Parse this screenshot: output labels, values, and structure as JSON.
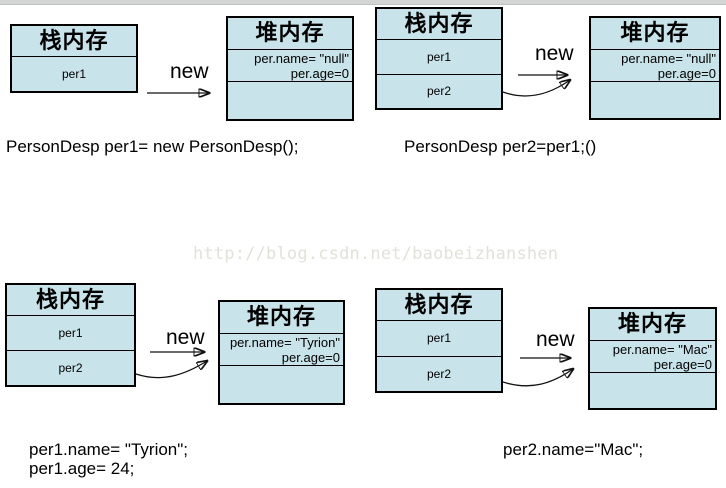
{
  "colors": {
    "box_fill": "#c8e3e9",
    "box_border": "#000000",
    "top_bar": "#d3d5d5",
    "watermark": "#e2e2d9",
    "text": "#000000"
  },
  "watermark": {
    "text": "http://blog.csdn.net/baobeizhanshen"
  },
  "panels": [
    {
      "stack": {
        "title": "栈内存",
        "rows": [
          "per1"
        ]
      },
      "heap": {
        "title": "堆内存",
        "line1": "per.name= \"null\"",
        "line2": "per.age=0"
      },
      "arrow_label": "new",
      "caption_line1": "PersonDesp per1= new PersonDesp();"
    },
    {
      "stack": {
        "title": "栈内存",
        "rows": [
          "per1",
          "per2"
        ]
      },
      "heap": {
        "title": "堆内存",
        "line1": "per.name= \"null\"",
        "line2": "per.age=0"
      },
      "arrow_label": "new",
      "caption_line1": "PersonDesp per2=per1;()"
    },
    {
      "stack": {
        "title": "栈内存",
        "rows": [
          "per1",
          "per2"
        ]
      },
      "heap": {
        "title": "堆内存",
        "line1": "per.name= \"Tyrion\"",
        "line2": "per.age=0"
      },
      "arrow_label": "new",
      "caption_line1": "per1.name= \"Tyrion\";",
      "caption_line2": "per1.age= 24;"
    },
    {
      "stack": {
        "title": "栈内存",
        "rows": [
          "per1",
          "per2"
        ]
      },
      "heap": {
        "title": "堆内存",
        "line1": "per.name= \"Mac\"",
        "line2": "per.age=0"
      },
      "arrow_label": "new",
      "caption_line1": "per2.name=\"Mac\";"
    }
  ]
}
